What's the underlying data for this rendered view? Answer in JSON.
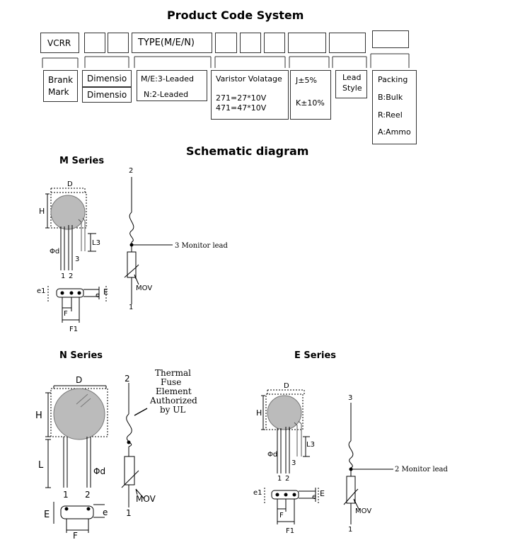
{
  "title": "Product Code System",
  "code": {
    "vcrr": "VCRR",
    "type": "TYPE(M/E/N)"
  },
  "labels": {
    "brank_mark_1": "Brank",
    "brank_mark_2": "Mark",
    "dimensio_1": "Dimensio",
    "dimensio_2": "Dimensio",
    "leaded_1": "M/E:3-Leaded",
    "leaded_2": "N:2-Leaded",
    "varistor_title": "Varistor Volatage",
    "varistor_1": "271=27*10V",
    "varistor_2": "471=47*10V",
    "tol_1": "J±5%",
    "tol_2": "K±10%",
    "lead_1": "Lead",
    "lead_2": "Style",
    "packing": "Packing",
    "bulk": "B:Bulk",
    "reel": "R:Reel",
    "ammo": "A:Ammo"
  },
  "schematic_title": "Schematic diagram",
  "m_series": {
    "title": "M Series",
    "D": "D",
    "H": "H",
    "L3": "L3",
    "phid": "Φd",
    "lead_1": "1",
    "lead_2": "2",
    "lead_3": "3",
    "e1": "e1",
    "e": "e",
    "E": "E",
    "F": "F",
    "F1": "F1",
    "pin_top": "2",
    "pin_bottom": "1",
    "monitor": "3  Monitor lead",
    "mov": "MOV"
  },
  "n_series": {
    "title": "N Series",
    "D": "D",
    "H": "H",
    "L": "L",
    "phid": "Φd",
    "lead_1": "1",
    "lead_2": "2",
    "E": "E",
    "e": "e",
    "F": "F",
    "pin_top": "2",
    "pin_bottom": "1",
    "thermal_1": "Thermal",
    "thermal_2": "Fuse",
    "thermal_3": "Element",
    "thermal_4": "Authorized",
    "thermal_5": "by UL",
    "mov": "MOV"
  },
  "e_series": {
    "title": "E  Series",
    "D": "D",
    "H": "H",
    "L3": "L3",
    "phid": "Φd",
    "lead_1": "1",
    "lead_2": "2",
    "lead_3": "3",
    "e1": "e1",
    "e": "e",
    "E": "E",
    "F": "F",
    "F1": "F1",
    "pin_top": "3",
    "pin_bottom": "1",
    "monitor": "2 Monitor lead",
    "mov": "MOV"
  }
}
